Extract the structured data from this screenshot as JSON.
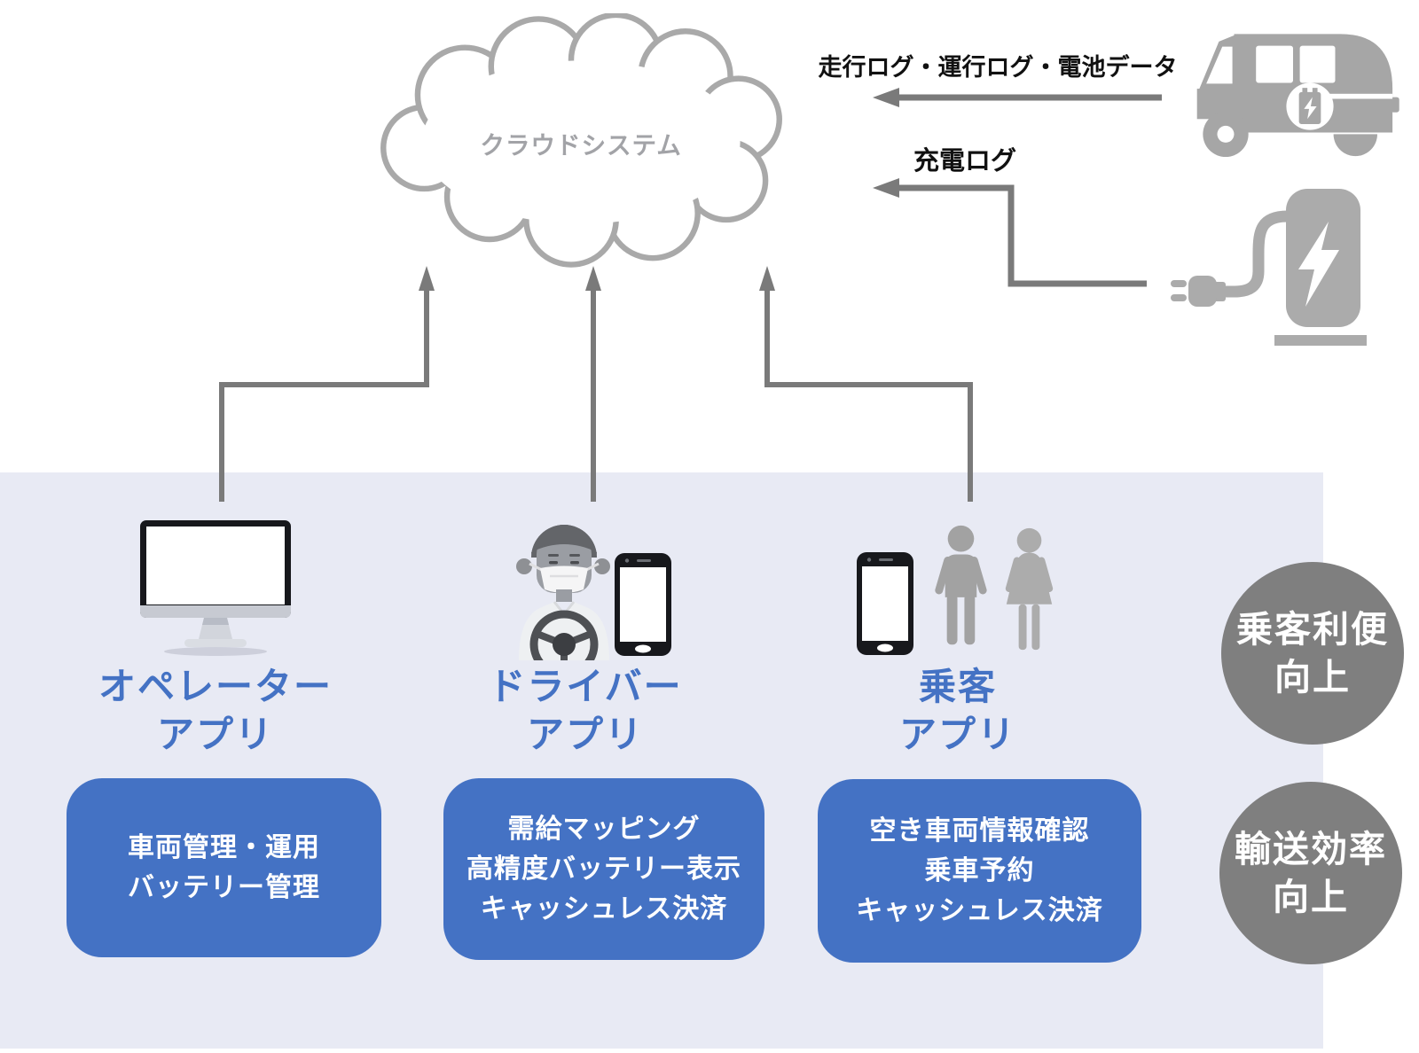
{
  "cloud": {
    "label": "クラウドシステム"
  },
  "data_flows": [
    {
      "label": "走行ログ・運行ログ・電池データ"
    },
    {
      "label": "充電ログ"
    }
  ],
  "columns": [
    {
      "title_line1": "オペレーター",
      "title_line2": "アプリ",
      "features": [
        "車両管理・運用",
        "バッテリー管理"
      ]
    },
    {
      "title_line1": "ドライバー",
      "title_line2": "アプリ",
      "features": [
        "需給マッピング",
        "高精度バッテリー表示",
        "キャッシュレス決済"
      ]
    },
    {
      "title_line1": "乗客",
      "title_line2": "アプリ",
      "features": [
        "空き車両情報確認",
        "乗車予約",
        "キャッシュレス決済"
      ]
    }
  ],
  "benefits": [
    {
      "line1": "乗客利便",
      "line2": "向上"
    },
    {
      "line1": "輸送効率",
      "line2": "向上"
    }
  ],
  "colors": {
    "accent_blue": "#4472C4",
    "panel_bg": "#E8EAF4",
    "benefit_gray": "#7F7F7F",
    "arrow_gray": "#7A7A7A",
    "icon_gray": "#A6A6A6",
    "cloud_outline": "#A9A9A9",
    "cloud_text": "#A2A3A7",
    "label_black": "#111111",
    "feature_text": "#FFFFFF"
  }
}
